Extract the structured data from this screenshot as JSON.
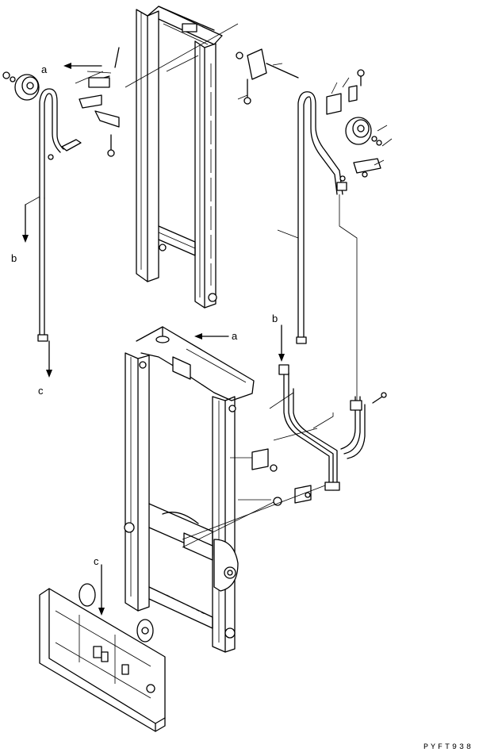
{
  "labels": {
    "a_top": "a",
    "a_mid": "a",
    "b_left": "b",
    "b_mid": "b",
    "c_left": "c",
    "c_bottom": "c"
  },
  "drawing_code": "PYFT938"
}
